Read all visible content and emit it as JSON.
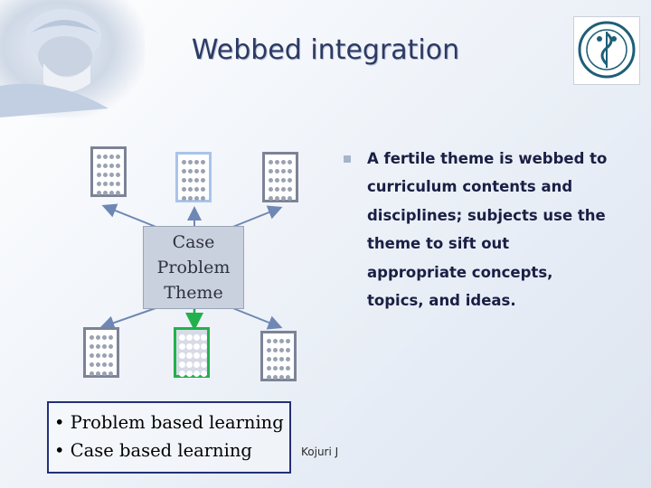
{
  "title": "Webbed integration",
  "theme_box": {
    "line1": "Case",
    "line2": "Problem",
    "line3": "Theme"
  },
  "bullets": [
    "• Problem based learning",
    "• Case based learning"
  ],
  "author": "Kojuri J",
  "description": {
    "line1": "A fertile theme is webbed to",
    "line2": "curriculum contents and",
    "line3": "disciplines; subjects use the",
    "line4": "theme to sift out",
    "line5": "appropriate concepts,",
    "line6": "topics, and ideas."
  },
  "colors": {
    "title": "#2c3a63",
    "connector": "#6f87b4",
    "highlight_box": "#22b14c",
    "blue_box": "#a9c4ea",
    "border": "#23307a"
  }
}
